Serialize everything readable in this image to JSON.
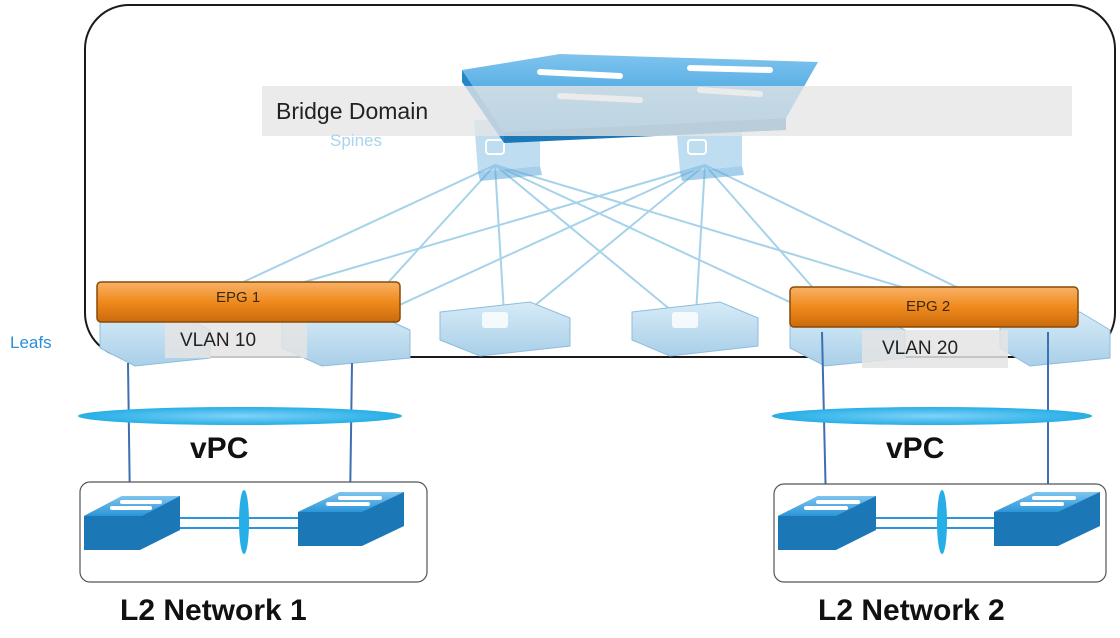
{
  "diagram": {
    "bridge_domain_label": "Bridge Domain",
    "spines_label": "Spines",
    "leafs_label": "Leafs",
    "epgs": [
      {
        "label": "EPG 1",
        "vlan": "VLAN 10"
      },
      {
        "label": "EPG 2",
        "vlan": "VLAN 20"
      }
    ],
    "vpc_labels": [
      "vPC",
      "vPC"
    ],
    "networks": [
      "L2 Network 1",
      "L2 Network 2"
    ],
    "colors": {
      "fabric_links": "#a6d2ea",
      "switch_blue": "#2b95d8",
      "epg_orange": "#f08a1c",
      "vpc_bundle": "#27aee6",
      "leaf_label": "#2a8fd8",
      "spines_label": "#a9d3ef"
    },
    "icons": [
      "spine-switch-icon",
      "leaf-switch-icon",
      "l2-switch-icon"
    ]
  }
}
